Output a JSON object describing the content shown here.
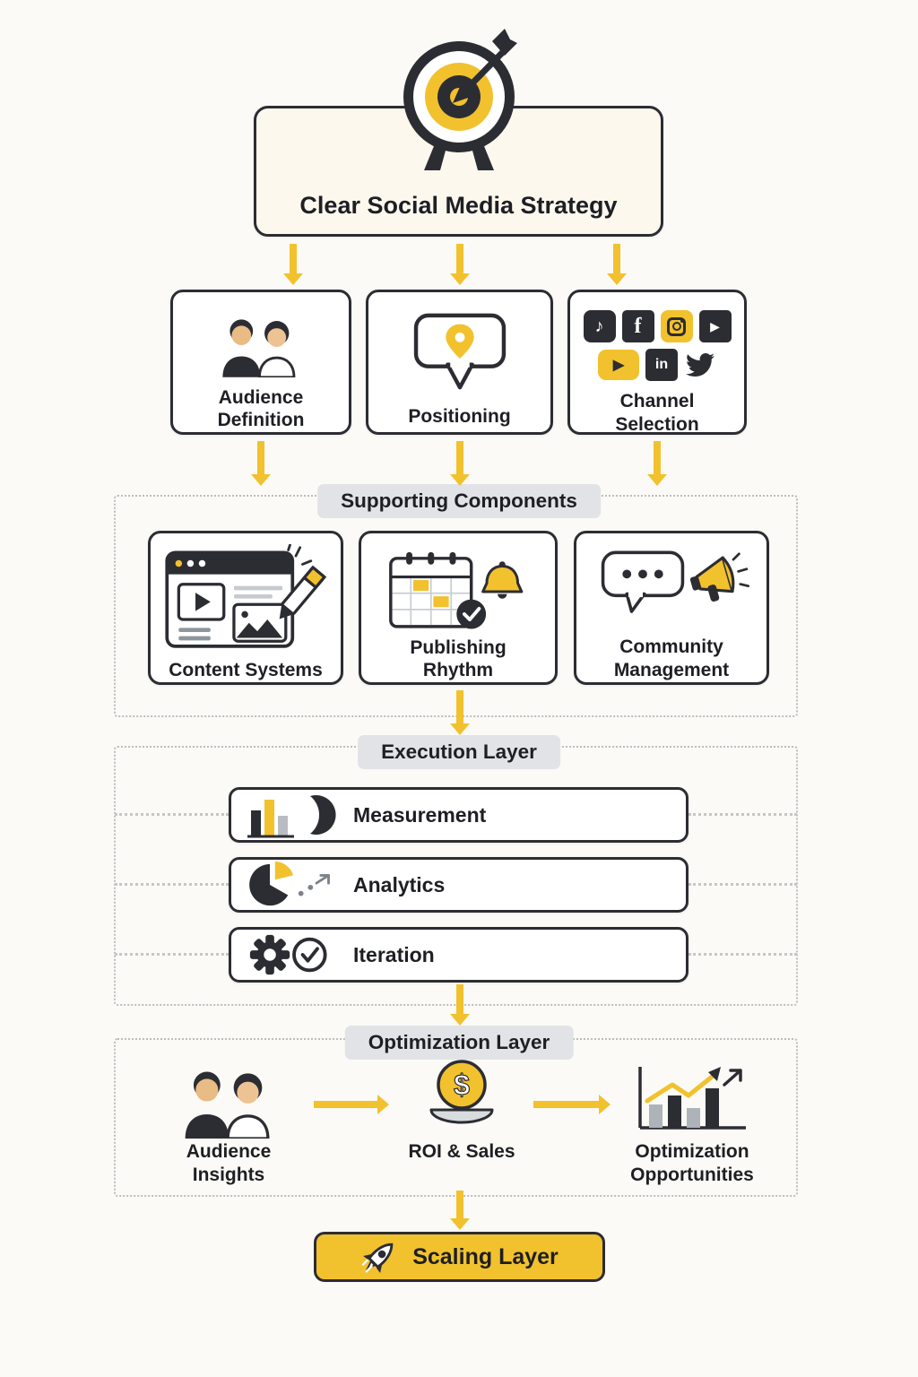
{
  "colors": {
    "yellow": "#F2C12E",
    "dark": "#2C2D33",
    "background": "#FBFAF6",
    "cream": "#FDF8EE",
    "pill_bg": "#E2E3E7",
    "dotted_border": "#BDBDBD"
  },
  "title_box": {
    "title": "Clear Social Media Strategy"
  },
  "pillars": [
    {
      "label": "Audience Definition"
    },
    {
      "label": "Positioning"
    },
    {
      "label": "Channel Selection"
    }
  ],
  "supporting": {
    "title": "Supporting Components",
    "items": [
      {
        "label": "Content Systems"
      },
      {
        "label": "Publishing Rhythm"
      },
      {
        "label": "Community Management"
      }
    ]
  },
  "execution": {
    "title": "Execution Layer",
    "items": [
      {
        "label": "Measurement"
      },
      {
        "label": "Analytics"
      },
      {
        "label": "Iteration"
      }
    ]
  },
  "optimization": {
    "title": "Optimization Layer",
    "items": [
      {
        "label": "Audience Insights"
      },
      {
        "label": "ROI & Sales"
      },
      {
        "label": "Optimization Opportunities"
      }
    ]
  },
  "scaling": {
    "label": "Scaling Layer"
  },
  "icons": {
    "tiktok_glyph": "♪",
    "facebook_glyph": "f",
    "play_glyph": "▶",
    "youtube_glyph": "▶",
    "linkedin_glyph": "in",
    "dollar_glyph": "$"
  }
}
